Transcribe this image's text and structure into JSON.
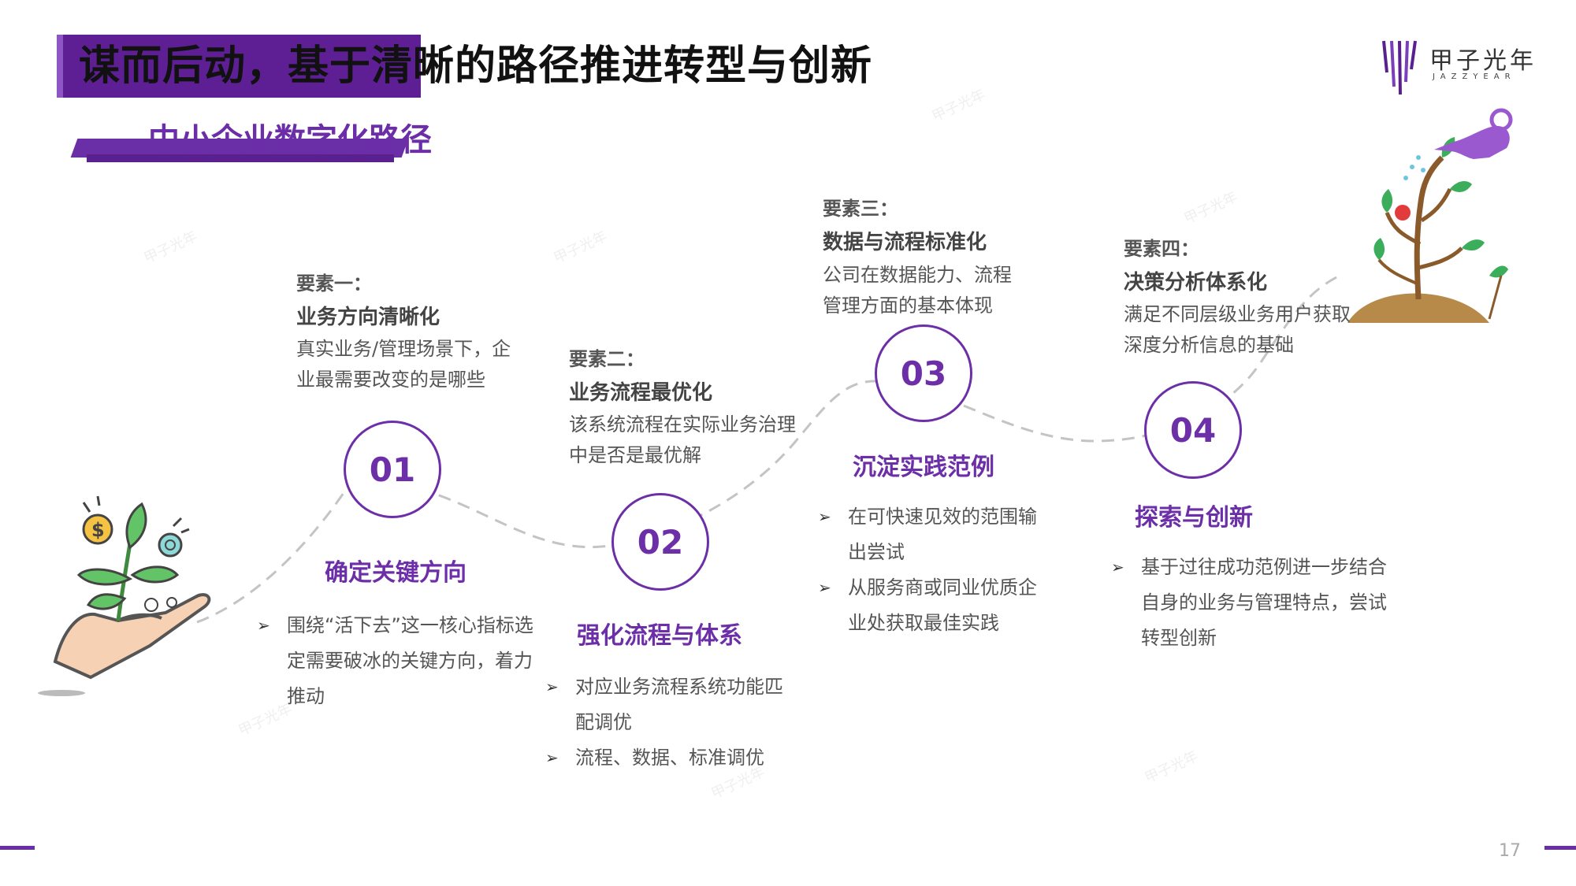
{
  "title": "谋而后动，基于清晰的路径推进转型与创新",
  "subtitle": "中小企业数字化路径",
  "logo": {
    "name": "甲子光年",
    "sub": "JAZZYEAR"
  },
  "watermark": "甲子光年",
  "page_number": "17",
  "steps": [
    {
      "number": "01",
      "element_label": "要素一：",
      "element_name": "业务方向清晰化",
      "desc_lines": [
        "真实业务/管理场景下，企",
        "业最需要改变的是哪些"
      ],
      "heading": "确定关键方向",
      "bullets": [
        "围绕“活下去”这一核心指标选定需要破冰的关键方向，着力推动"
      ]
    },
    {
      "number": "02",
      "element_label": "要素二：",
      "element_name": "业务流程最优化",
      "desc_lines": [
        "该系统流程在实际业务治理",
        "中是否是最优解"
      ],
      "heading": "强化流程与体系",
      "bullets": [
        "对应业务流程系统功能匹配调优",
        "流程、数据、标准调优"
      ]
    },
    {
      "number": "03",
      "element_label": "要素三：",
      "element_name": "数据与流程标准化",
      "desc_lines": [
        "公司在数据能力、流程",
        "管理方面的基本体现"
      ],
      "heading": "沉淀实践范例",
      "bullets": [
        "在可快速见效的范围输出尝试",
        "从服务商或同业优质企业处获取最佳实践"
      ]
    },
    {
      "number": "04",
      "element_label": "要素四：",
      "element_name": "决策分析体系化",
      "desc_lines": [
        "满足不同层级业务用户获取",
        "深度分析信息的基础"
      ],
      "heading": "探索与创新",
      "bullets": [
        "基于过往成功范例进一步结合自身的业务与管理特点，尝试转型创新"
      ]
    }
  ],
  "colors": {
    "accent": "#6c2fa8",
    "title_bar": "#5e1f95"
  }
}
